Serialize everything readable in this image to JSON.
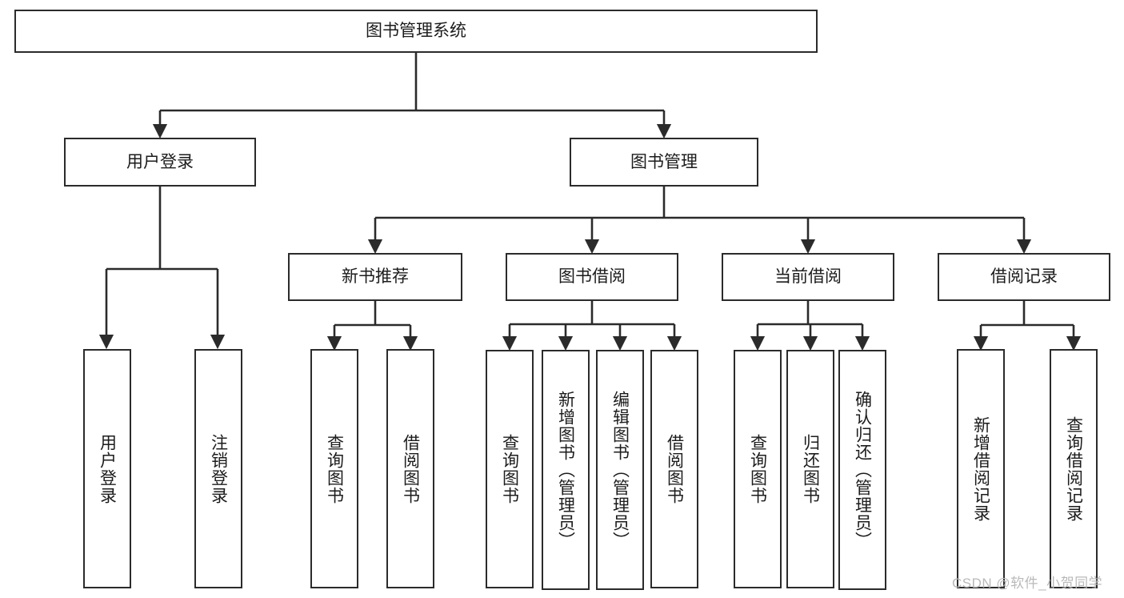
{
  "diagram": {
    "title": "图书管理系统",
    "type": "tree-hierarchy-chart",
    "colors": {
      "background": "#ffffff",
      "node_border": "#2b2b2b",
      "node_fill": "#ffffff",
      "edge": "#2b2b2b",
      "text": "#1c1c1c",
      "watermark": "#b9b9b9"
    },
    "root": {
      "label": "图书管理系统"
    },
    "level1": [
      {
        "label": "用户登录"
      },
      {
        "label": "图书管理"
      }
    ],
    "level2": [
      {
        "label": "新书推荐"
      },
      {
        "label": "图书借阅"
      },
      {
        "label": "当前借阅"
      },
      {
        "label": "借阅记录"
      }
    ],
    "leaves_user_login": [
      {
        "label": "用户登录"
      },
      {
        "label": "注销登录"
      }
    ],
    "leaves_new_book": [
      {
        "label": "查询图书"
      },
      {
        "label": "借阅图书"
      }
    ],
    "leaves_borrow": [
      {
        "label": "查询图书"
      },
      {
        "label": "新增图书（管理员）"
      },
      {
        "label": "编辑图书（管理员）"
      },
      {
        "label": "借阅图书"
      }
    ],
    "leaves_current": [
      {
        "label": "查询图书"
      },
      {
        "label": "归还图书"
      },
      {
        "label": "确认归还（管理员）"
      }
    ],
    "leaves_record": [
      {
        "label": "新增借阅记录"
      },
      {
        "label": "查询借阅记录"
      }
    ],
    "watermark": "CSDN @软件_小贺同学"
  }
}
